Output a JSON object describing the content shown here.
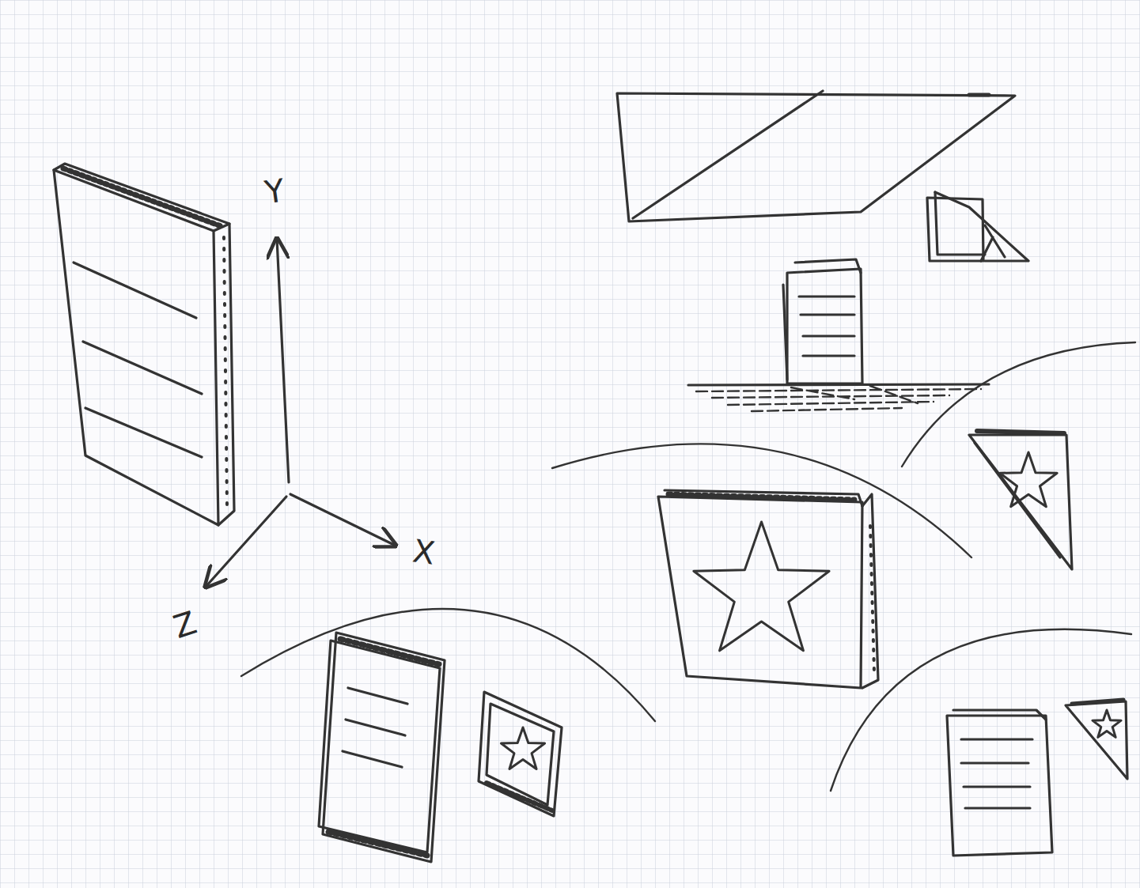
{
  "diagram": {
    "labels": [
      "Y",
      "X",
      "Z"
    ]
  }
}
